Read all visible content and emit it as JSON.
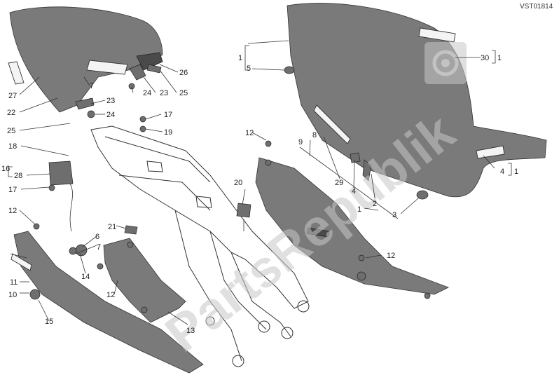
{
  "diagram": {
    "code": "VST01814",
    "watermark": "PartsRepublik",
    "callouts": [
      "1",
      "2",
      "3",
      "4",
      "5",
      "6",
      "7",
      "8",
      "9",
      "10",
      "11",
      "12",
      "13",
      "14",
      "15",
      "16",
      "17",
      "18",
      "19",
      "20",
      "21",
      "22",
      "23",
      "24",
      "25",
      "26",
      "27",
      "28",
      "29",
      "30"
    ],
    "colors": {
      "part": "#7a7a7a",
      "dark": "#4a4a4a",
      "line": "#333333",
      "watermark": "#c8c8c8"
    }
  }
}
